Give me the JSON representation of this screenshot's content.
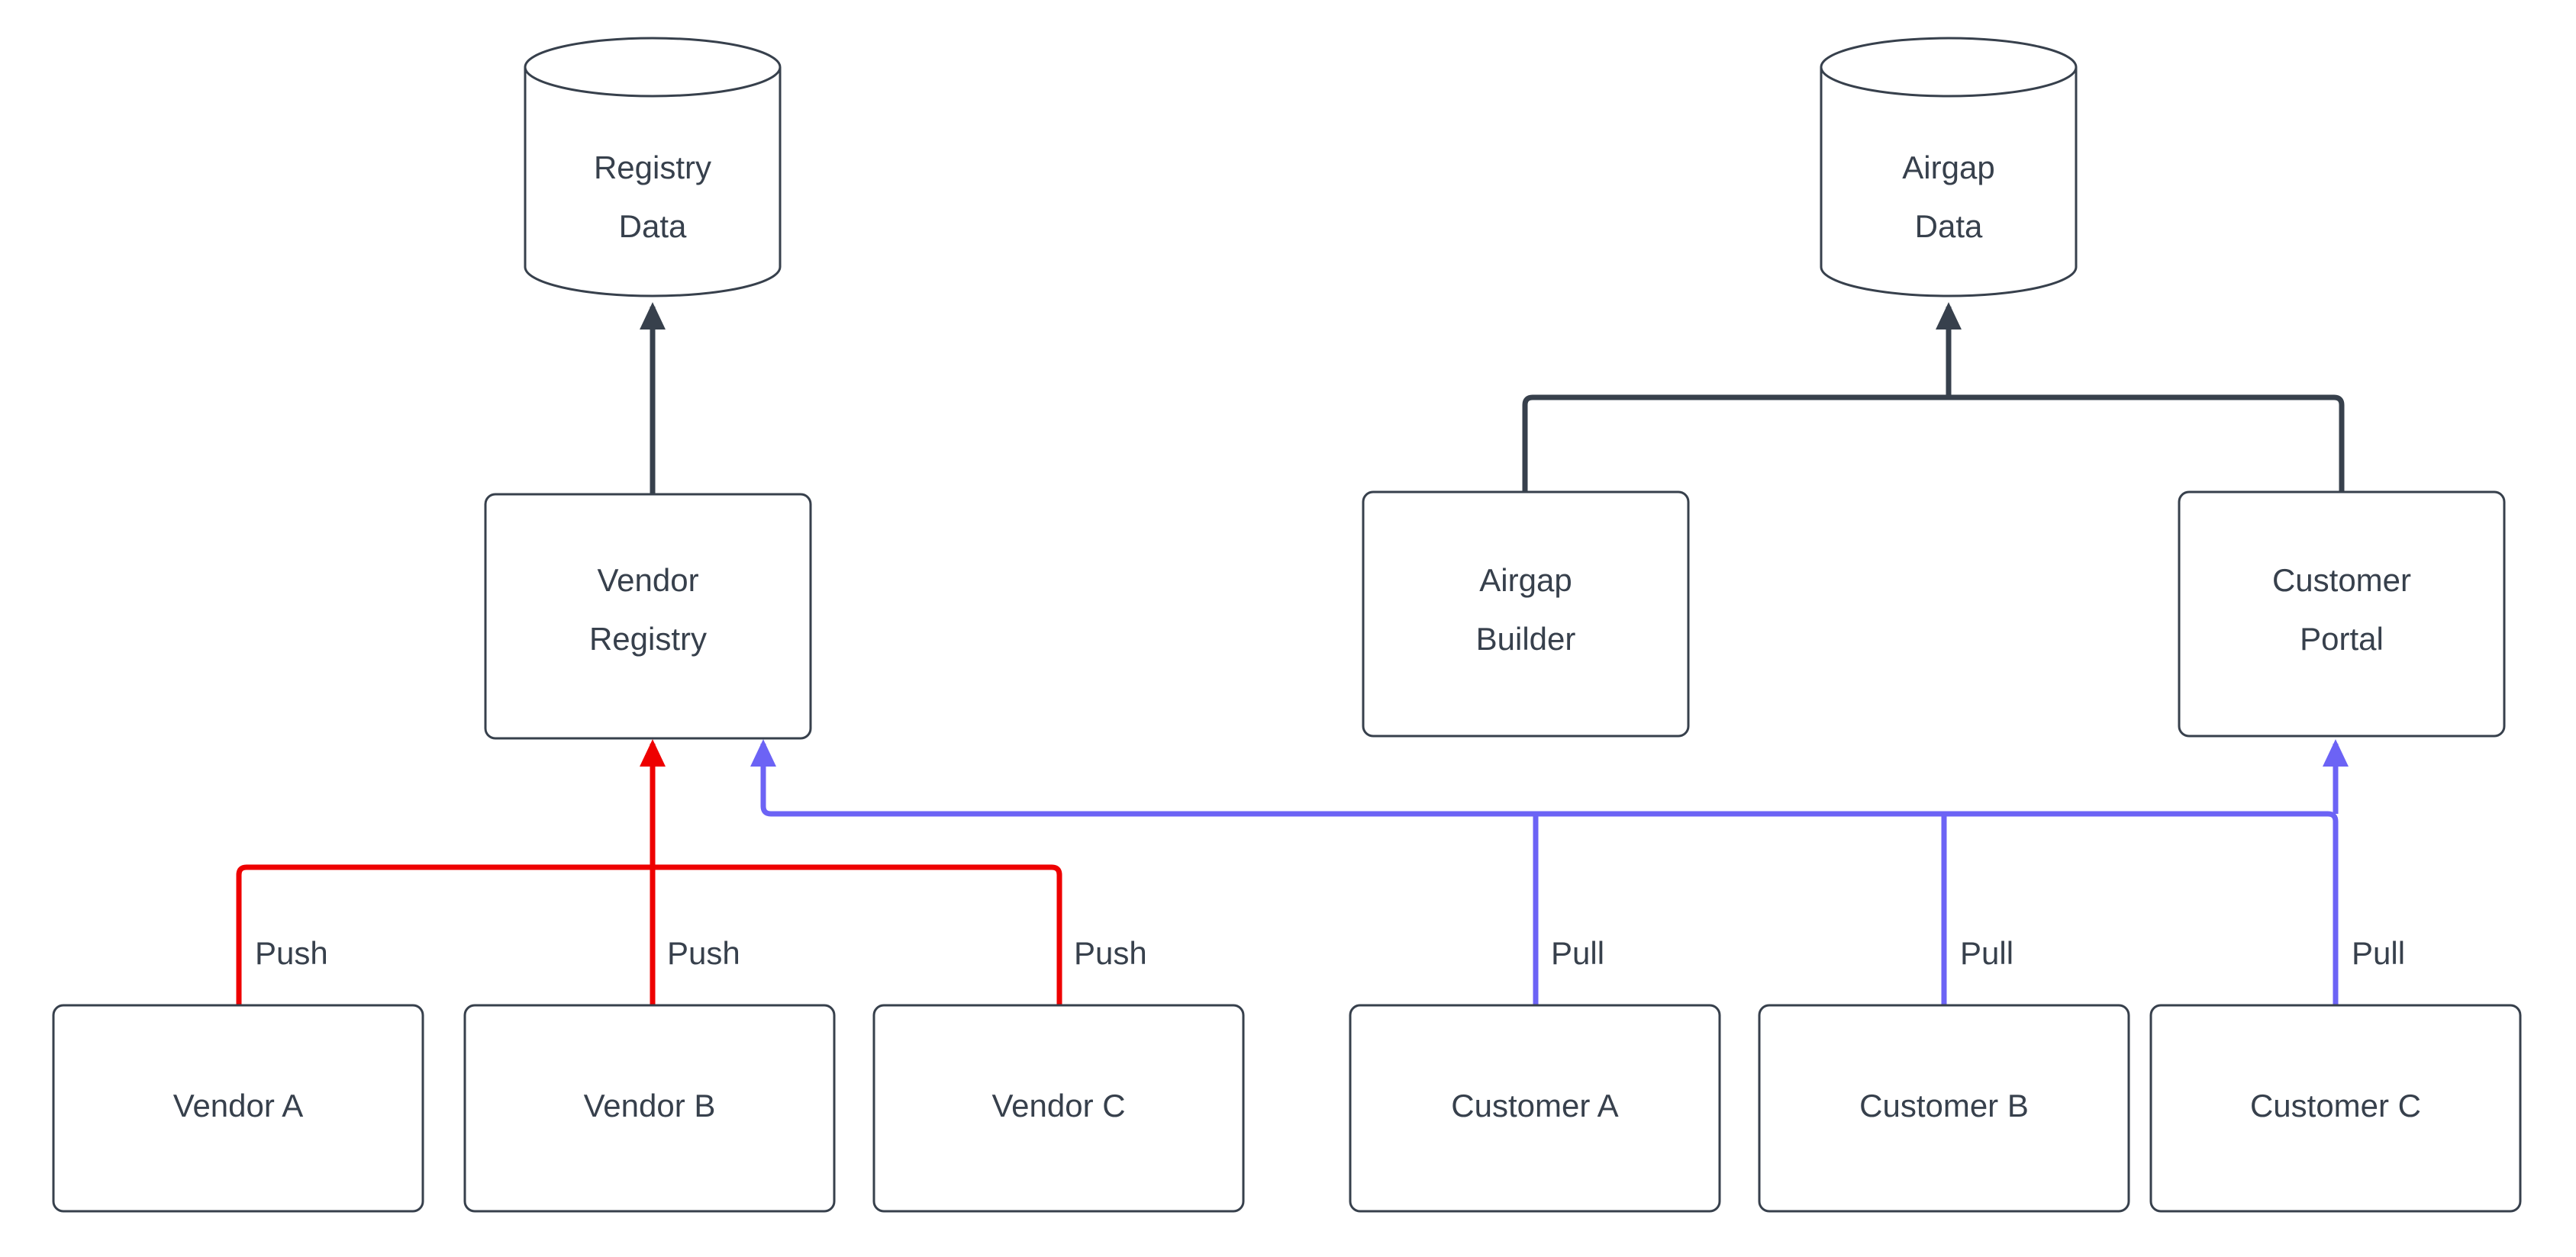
{
  "diagram": {
    "type": "flow-architecture",
    "background_color": "#ffffff",
    "node_stroke_color": "#37404c",
    "text_color": "#37404c",
    "push_color": "#ee0000",
    "pull_color": "#6c63f5",
    "datastores": [
      {
        "id": "registry-data",
        "label_line1": "Registry",
        "label_line2": "Data",
        "shape": "cylinder"
      },
      {
        "id": "airgap-data",
        "label_line1": "Airgap",
        "label_line2": "Data",
        "shape": "cylinder"
      }
    ],
    "services": [
      {
        "id": "vendor-registry",
        "label_line1": "Vendor",
        "label_line2": "Registry",
        "shape": "rounded-rect"
      },
      {
        "id": "airgap-builder",
        "label_line1": "Airgap",
        "label_line2": "Builder",
        "shape": "rounded-rect"
      },
      {
        "id": "customer-portal",
        "label_line1": "Customer",
        "label_line2": "Portal",
        "shape": "rounded-rect"
      }
    ],
    "actors": [
      {
        "id": "vendor-a",
        "label": "Vendor A",
        "shape": "rounded-rect"
      },
      {
        "id": "vendor-b",
        "label": "Vendor B",
        "shape": "rounded-rect"
      },
      {
        "id": "vendor-c",
        "label": "Vendor C",
        "shape": "rounded-rect"
      },
      {
        "id": "customer-a",
        "label": "Customer A",
        "shape": "rounded-rect"
      },
      {
        "id": "customer-b",
        "label": "Customer B",
        "shape": "rounded-rect"
      },
      {
        "id": "customer-c",
        "label": "Customer C",
        "shape": "rounded-rect"
      }
    ],
    "edge_labels": {
      "push_a": "Push",
      "push_b": "Push",
      "push_c": "Push",
      "pull_a": "Pull",
      "pull_b": "Pull",
      "pull_c": "Pull"
    },
    "edges": [
      {
        "from": "vendor-registry",
        "to": "registry-data",
        "label": "",
        "color": "#37404c"
      },
      {
        "from": "airgap-builder",
        "to": "airgap-data",
        "label": "",
        "color": "#37404c"
      },
      {
        "from": "customer-portal",
        "to": "airgap-data",
        "label": "",
        "color": "#37404c"
      },
      {
        "from": "vendor-a",
        "to": "vendor-registry",
        "label": "Push",
        "color": "#ee0000"
      },
      {
        "from": "vendor-b",
        "to": "vendor-registry",
        "label": "Push",
        "color": "#ee0000"
      },
      {
        "from": "vendor-c",
        "to": "vendor-registry",
        "label": "Push",
        "color": "#ee0000"
      },
      {
        "from": "customer-a",
        "to": "vendor-registry",
        "label": "Pull",
        "color": "#6c63f5"
      },
      {
        "from": "customer-b",
        "to": "vendor-registry",
        "label": "Pull",
        "color": "#6c63f5"
      },
      {
        "from": "customer-c",
        "to": "customer-portal",
        "label": "Pull",
        "color": "#6c63f5"
      }
    ]
  }
}
